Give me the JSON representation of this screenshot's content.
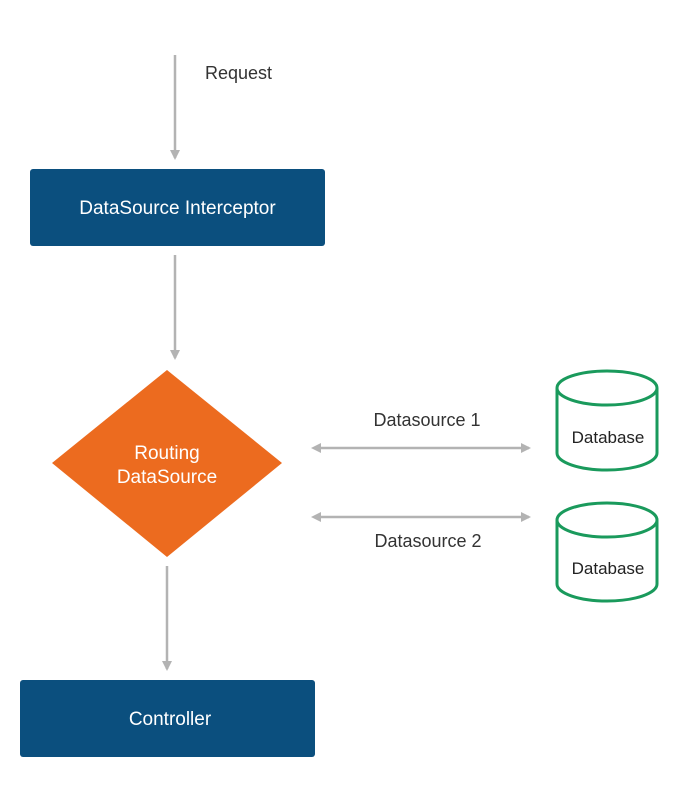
{
  "diagram": {
    "request_label": "Request",
    "interceptor_label": "DataSource Interceptor",
    "routing_label_line1": "Routing",
    "routing_label_line2": "DataSource",
    "datasource1_label": "Datasource 1",
    "datasource2_label": "Datasource 2",
    "database1_label": "Database",
    "database2_label": "Database",
    "controller_label": "Controller"
  },
  "colors": {
    "box_fill": "#0b4f7e",
    "diamond_fill": "#ec6b1f",
    "database_stroke": "#1a9a5c",
    "arrow": "#b3b3b3",
    "text": "#333333"
  }
}
